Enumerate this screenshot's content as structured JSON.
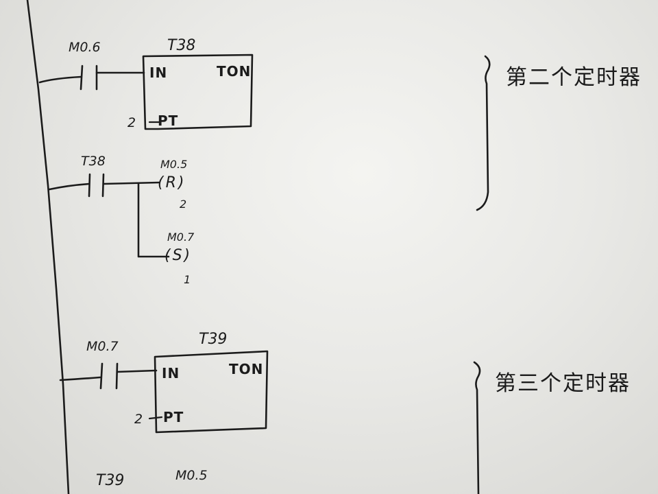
{
  "rung1": {
    "contact_label": "M0.6",
    "timer_name": "T38",
    "in_label": "IN",
    "type_label": "TON",
    "pt_label": "PT",
    "pt_value": "2",
    "note": "第二个定时器"
  },
  "rung2": {
    "contact_label": "T38",
    "coil1_address": "M0.5",
    "coil1_type": "(R)",
    "coil1_count": "2",
    "coil2_address": "M0.7",
    "coil2_type": "(S)",
    "coil2_count": "1"
  },
  "rung3": {
    "contact_label": "M0.7",
    "timer_name": "T39",
    "in_label": "IN",
    "type_label": "TON",
    "pt_label": "PT",
    "pt_value": "2",
    "note": "第三个定时器"
  },
  "rung4": {
    "contact_label": "T39",
    "coil_address": "M0.5"
  }
}
